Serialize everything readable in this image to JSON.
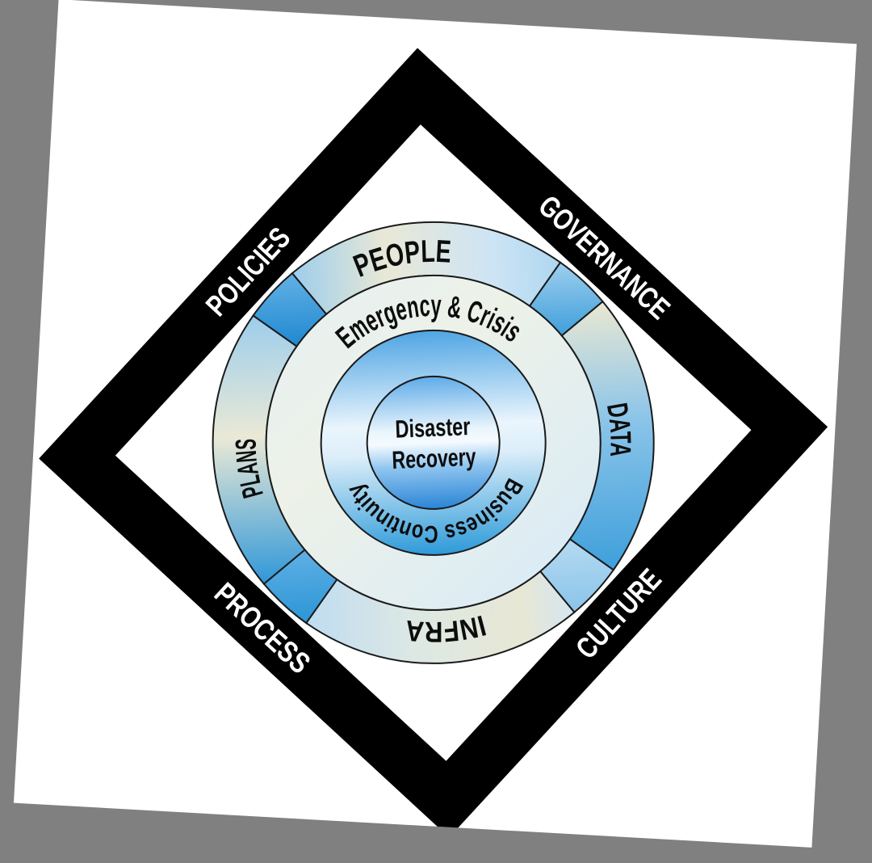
{
  "scene": {
    "description": "Tilted white page on gray backdrop showing a resilience framework diagram: a black diamond frame around concentric rings",
    "backdrop_color": "#808080",
    "page_color": "#ffffff"
  },
  "frame": {
    "color": "#000000",
    "label_color": "#ffffff",
    "edges": {
      "top_left": "POLICIES",
      "top_right": "GOVERNANCE",
      "bottom_left": "PROCESS",
      "bottom_right": "CULTURE"
    }
  },
  "rings": {
    "outer_segments": {
      "top": "PEOPLE",
      "right": "DATA",
      "bottom": "INFRA",
      "left": "PLANS"
    },
    "middle_ring": "Emergency & Crisis",
    "blue_ring": "Business Continuity",
    "center": {
      "line1": "Disaster",
      "line2": "Recovery"
    }
  },
  "colors": {
    "ring_outline": "#1a1a1a",
    "diagram_text": "#0d0d0d",
    "blue_deep": "#2e8cda",
    "blue_strong": "#2f97d8",
    "blue_mid": "#5fabe8",
    "blue_light": "#aed7f0",
    "cream_highlight": "#e9e8d6",
    "pale_ring": "#e4f0f8"
  }
}
